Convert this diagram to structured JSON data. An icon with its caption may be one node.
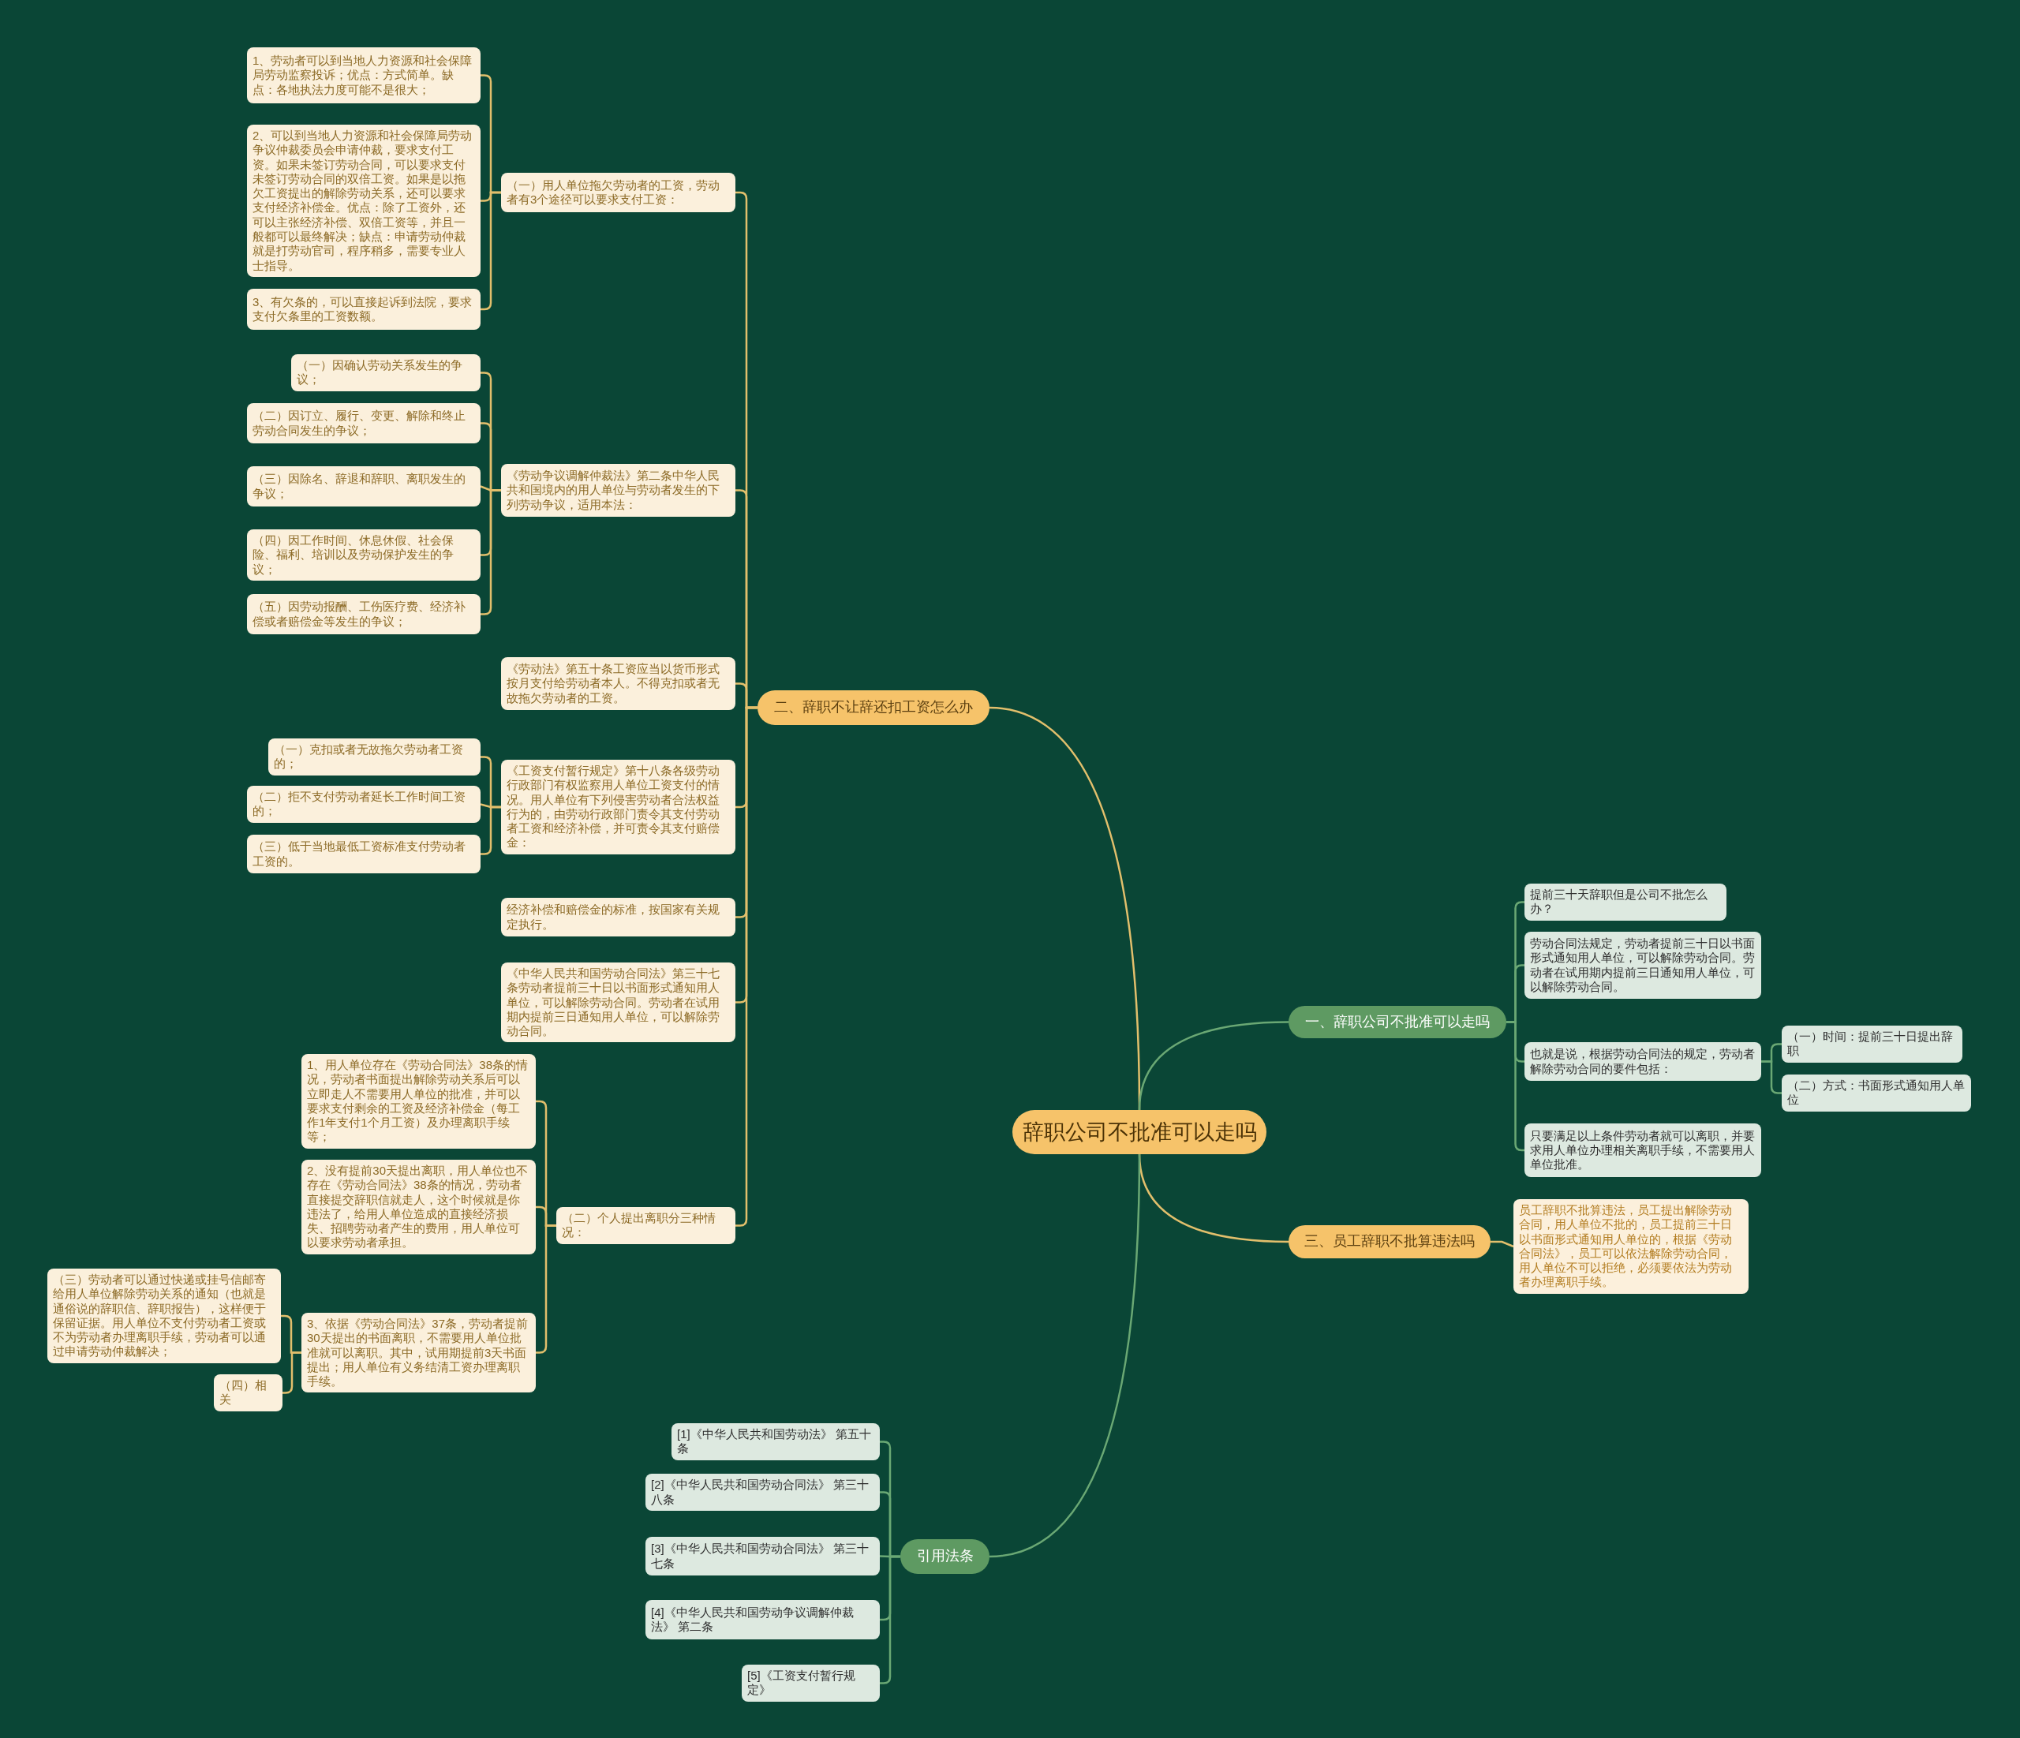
{
  "diagram": {
    "nodes": [
      {
        "text": [
          "辞职公司不批准可以走吗"
        ]
      },
      {
        "text": [
          "二、辞职不让辞还扣工资怎么办"
        ]
      },
      {
        "text": [
          "（一）用人单位拖欠劳动者的工资，劳动者有3个途径可以要求支付工资："
        ]
      },
      {
        "text": [
          "1、劳动者可以到当地人力资源和社会保障局劳动监察投诉；优点：方式简单。缺点：各地执法力度可能不是很大；"
        ]
      },
      {
        "text": [
          "2、可以到当地人力资源和社会保障局劳动争议仲裁委员会申请仲裁，要求支付工资。如果未签订劳动合同，可以要求支付未签订劳动合同的双倍工资。如果是以拖欠工资提出的解除劳动关系，还可以要求支付经济补偿金。优点：除了工资外，还可以主张经济补偿、双倍工资等，并且一般都可以最终解决；缺点：申请劳动仲裁就是打劳动官司，程序稍多，需要专业人士指导。"
        ]
      },
      {
        "text": [
          "3、有欠条的，可以直接起诉到法院，要求支付欠条里的工资数额。"
        ]
      },
      {
        "text": [
          "《劳动争议调解仲裁法》第二条中华人民共和国境内的用人单位与劳动者发生的下列劳动争议，适用本法："
        ]
      },
      {
        "text": [
          "（一）因确认劳动关系发生的争议；"
        ]
      },
      {
        "text": [
          "（二）因订立、履行、变更、解除和终止劳动合同发生的争议；"
        ]
      },
      {
        "text": [
          "（三）因除名、辞退和辞职、离职发生的争议；"
        ]
      },
      {
        "text": [
          "（四）因工作时间、休息休假、社会保险、福利、培训以及劳动保护发生的争议；"
        ]
      },
      {
        "text": [
          "（五）因劳动报酬、工伤医疗费、经济补偿或者赔偿金等发生的争议；"
        ]
      },
      {
        "text": [
          "《劳动法》第五十条工资应当以货币形式按月支付给劳动者本人。不得克扣或者无故拖欠劳动者的工资。"
        ]
      },
      {
        "text": [
          "《工资支付暂行规定》第十八条各级劳动行政部门有权监察用人单位工资支付的情况。用人单位有下列侵害劳动者合法权益行为的，由劳动行政部门责令其支付劳动者工资和经济补偿，并可责令其支付赔偿金："
        ]
      },
      {
        "text": [
          "（一）克扣或者无故拖欠劳动者工资的；"
        ]
      },
      {
        "text": [
          "（二）拒不支付劳动者延长工作时间工资的；"
        ]
      },
      {
        "text": [
          "（三）低于当地最低工资标准支付劳动者工资的。"
        ]
      },
      {
        "text": [
          "经济补偿和赔偿金的标准，按国家有关规定执行。"
        ]
      },
      {
        "text": [
          "《中华人民共和国劳动合同法》第三十七条劳动者提前三十日以书面形式通知用人单位，可以解除劳动合同。劳动者在试用期内提前三日通知用人单位，可以解除劳动合同。"
        ]
      },
      {
        "text": [
          "（二）个人提出离职分三种情况："
        ]
      },
      {
        "text": [
          "1、用人单位存在《劳动合同法》38条的情况，劳动者书面提出解除劳动关系后可以立即走人不需要用人单位的批准，并可以要求支付剩余的工资及经济补偿金（每工作1年支付1个月工资）及办理离职手续等；"
        ]
      },
      {
        "text": [
          "2、没有提前30天提出离职，用人单位也不存在《劳动合同法》38条的情况，劳动者直接提交辞职信就走人，这个时候就是你违法了，给用人单位造成的直接经济损失、招聘劳动者产生的费用，用人单位可以要求劳动者承担。"
        ]
      },
      {
        "text": [
          "3、依据《劳动合同法》37条，劳动者提前30天提出的书面离职，不需要用人单位批准就可以离职。其中，试用期提前3天书面提出；用人单位有义务结清工资办理离职手续。"
        ]
      },
      {
        "text": [
          "（三）劳动者可以通过快递或挂号信邮寄给用人单位解除劳动关系的通知（也就是通俗说的辞职信、辞职报告），这样便于保留证据。用人单位不支付劳动者工资或不为劳动者办理离职手续，劳动者可以通过申请劳动仲裁解决；"
        ]
      },
      {
        "text": [
          "（四）相关"
        ]
      },
      {
        "text": [
          "一、辞职公司不批准可以走吗"
        ]
      },
      {
        "text": [
          "提前三十天辞职但是公司不批怎么办？"
        ]
      },
      {
        "text": [
          "劳动合同法规定，劳动者提前三十日以书面形式通知用人单位，可以解除劳动合同。劳动者在试用期内提前三日通知用人单位，可以解除劳动合同。"
        ]
      },
      {
        "text": [
          "也就是说，根据劳动合同法的规定，劳动者解除劳动合同的要件包括："
        ]
      },
      {
        "text": [
          "（一）时间：提前三十日提出辞职"
        ]
      },
      {
        "text": [
          "（二）方式：书面形式通知用人单位"
        ]
      },
      {
        "text": [
          "只要满足以上条件劳动者就可以离职，并要求用人单位办理相关离职手续，不需要用人单位批准。"
        ]
      },
      {
        "text": [
          "三、员工辞职不批算违法吗"
        ]
      },
      {
        "text": [
          "员工辞职不批算违法，员工提出解除劳动合同，用人单位不批的，员工提前三十日以书面形式通知用人单位的，根据《劳动合同法》，员工可以依法解除劳动合同，用人单位不可以拒绝，必须要依法为劳动者办理离职手续。"
        ]
      },
      {
        "text": [
          "引用法条"
        ]
      },
      {
        "text": [
          "[1]《中华人民共和国劳动法》 第五十条"
        ]
      },
      {
        "text": [
          "[2]《中华人民共和国劳动合同法》 第三十八条"
        ]
      },
      {
        "text": [
          "[3]《中华人民共和国劳动合同法》 第三十七条"
        ]
      },
      {
        "text": [
          "[4]《中华人民共和国劳动争议调解仲裁法》 第二条"
        ]
      },
      {
        "text": [
          "[5]《工资支付暂行规定》"
        ]
      }
    ],
    "edges": [
      {
        "from": 0,
        "to": 1,
        "arrow": "none"
      },
      {
        "from": 1,
        "to": 2,
        "arrow": "none"
      },
      {
        "from": 2,
        "to": 3,
        "arrow": "none"
      },
      {
        "from": 2,
        "to": 4,
        "arrow": "none"
      },
      {
        "from": 2,
        "to": 5,
        "arrow": "none"
      },
      {
        "from": 1,
        "to": 6,
        "arrow": "none"
      },
      {
        "from": 6,
        "to": 7,
        "arrow": "none"
      },
      {
        "from": 6,
        "to": 8,
        "arrow": "none"
      },
      {
        "from": 6,
        "to": 9,
        "arrow": "none"
      },
      {
        "from": 6,
        "to": 10,
        "arrow": "none"
      },
      {
        "from": 6,
        "to": 11,
        "arrow": "none"
      },
      {
        "from": 1,
        "to": 12,
        "arrow": "none"
      },
      {
        "from": 1,
        "to": 13,
        "arrow": "none"
      },
      {
        "from": 13,
        "to": 14,
        "arrow": "none"
      },
      {
        "from": 13,
        "to": 15,
        "arrow": "none"
      },
      {
        "from": 13,
        "to": 16,
        "arrow": "none"
      },
      {
        "from": 1,
        "to": 17,
        "arrow": "none"
      },
      {
        "from": 1,
        "to": 18,
        "arrow": "none"
      },
      {
        "from": 1,
        "to": 19,
        "arrow": "none"
      },
      {
        "from": 19,
        "to": 20,
        "arrow": "none"
      },
      {
        "from": 19,
        "to": 21,
        "arrow": "none"
      },
      {
        "from": 19,
        "to": 22,
        "arrow": "none"
      },
      {
        "from": 22,
        "to": 23,
        "arrow": "none"
      },
      {
        "from": 22,
        "to": 24,
        "arrow": "none"
      },
      {
        "from": 0,
        "to": 25,
        "arrow": "none",
        "color": "#6aa874"
      },
      {
        "from": 25,
        "to": 26,
        "arrow": "none",
        "color": "#6aa874"
      },
      {
        "from": 25,
        "to": 27,
        "arrow": "none",
        "color": "#6aa874"
      },
      {
        "from": 25,
        "to": 28,
        "arrow": "none",
        "color": "#6aa874"
      },
      {
        "from": 28,
        "to": 29,
        "arrow": "none",
        "color": "#6aa874"
      },
      {
        "from": 28,
        "to": 30,
        "arrow": "none",
        "color": "#6aa874"
      },
      {
        "from": 25,
        "to": 31,
        "arrow": "none",
        "color": "#6aa874"
      },
      {
        "from": 0,
        "to": 32,
        "arrow": "none"
      },
      {
        "from": 32,
        "to": 33,
        "arrow": "none"
      },
      {
        "from": 0,
        "to": 34,
        "arrow": "none",
        "color": "#6aa874"
      },
      {
        "from": 34,
        "to": 35,
        "arrow": "none",
        "color": "#6aa874"
      },
      {
        "from": 34,
        "to": 36,
        "arrow": "none",
        "color": "#6aa874"
      },
      {
        "from": 34,
        "to": 37,
        "arrow": "none",
        "color": "#6aa874"
      },
      {
        "from": 34,
        "to": 38,
        "arrow": "none",
        "color": "#6aa874"
      },
      {
        "from": 34,
        "to": 39,
        "arrow": "none",
        "color": "#6aa874"
      }
    ]
  }
}
